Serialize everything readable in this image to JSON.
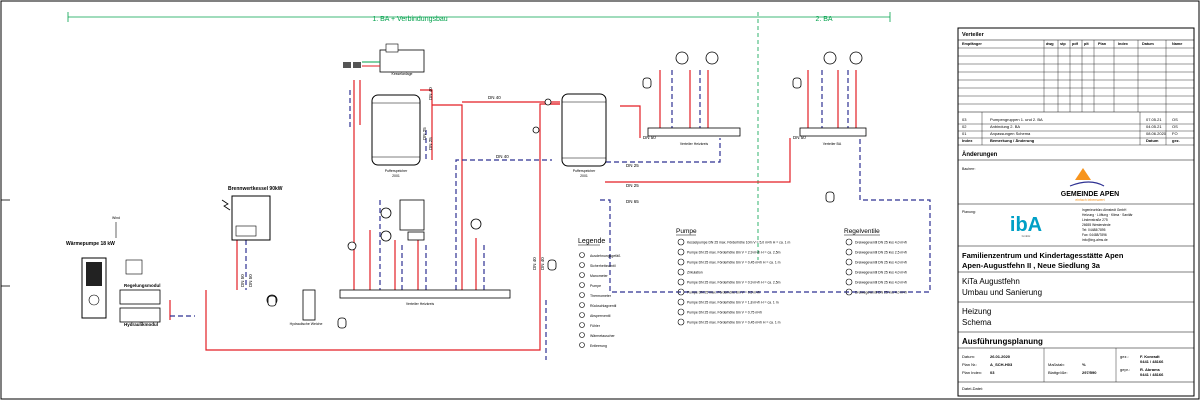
{
  "sections": {
    "ba1": "1. BA + Verbindungsbau",
    "ba2": "2. BA"
  },
  "equipment": {
    "boiler": "Brennwertkessel 90kW",
    "heatpump": "Wärmepumpe 18 kW",
    "buffer1": "Pufferspeicher",
    "buffer1_sub": "2001",
    "buffer2": "Pufferspeicher",
    "buffer2_sub": "2001",
    "reg_module": "Regelungsmodul",
    "hyd_module": "Hydraulikmodul",
    "verteiler_left": "Verteiler Heizkreis",
    "verteiler_mid": "Verteiler Heizkreis",
    "verteiler_ba2": "Verteiler BA",
    "hydr_weiche": "Hydraulische Weiche",
    "kessel_top": "Kesselanlage",
    "wind": "Wind"
  },
  "pipes": [
    "DN 40",
    "DN 40",
    "DN 50",
    "DN 50",
    "DN 25",
    "DN 25",
    "DN 65",
    "DN 40",
    "DN 40",
    "DN 50",
    "DN 50",
    "DN 40",
    "DN 25",
    "DN 25"
  ],
  "legend": {
    "title": "Legende",
    "items": [
      "Ausdehnungsgefäß",
      "Sicherheitsventil",
      "Manometer",
      "Pumpe",
      "Thermometer",
      "Rückschlagventil",
      "Absperrventil",
      "Fühler",
      "Wärmetauscher",
      "Entleerung"
    ]
  },
  "pumps": {
    "title": "Pumpe",
    "items": [
      "Kesselpumpe DN 25 max. Förderhöhe 10m V = 5,0 m³/h H = ca. 1 m",
      "Pumpe DN 25 max. Förderhöhe 8m V = 2,9 m³/h H = ca. 2,5m",
      "Pumpe DN 25 max. Förderhöhe 6m V = 0,45 m³/h H = ca. 1 m",
      "Zirkulation",
      "Pumpe DN 25 max. Förderhöhe 6m V = 0,9 m³/h H = ca. 2,5m",
      "Pumpe DN 25 max. Förderhöhe 6m V = 0,9 m³/h",
      "Pumpe DN 25 max. Förderhöhe 6m V = 1,8 m³/h H = ca. 1 m",
      "Pumpe DN 25 max. Förderhöhe 6m V = 0,75 m³/h",
      "Pumpe DN 25 max. Förderhöhe 6m V = 0,45 m³/h H = ca. 1 m"
    ]
  },
  "valves": {
    "title": "Regelventile",
    "items": [
      "Dreiwegeventil DN 25 kvs 4,0 m³/h",
      "Dreiwegeventil DN 25 kvs 2,5 m³/h",
      "Dreiwegeventil DN 25 kvs 4,0 m³/h",
      "Dreiwegeventil DN 25 kvs 4,0 m³/h",
      "Dreiwegeventil DN 25 kvs 4,0 m³/h",
      "Dreiwegeventil DN 25 kvs 4,0 m³/h"
    ]
  },
  "titleblock": {
    "verteiler": "Verteiler",
    "headers": [
      "Empfänger",
      "dwg",
      "stp",
      "pdf",
      "plt",
      "Plan",
      "Index",
      "Datum",
      "Name"
    ],
    "changes": [
      {
        "idx": "03",
        "text": "Pumpengruppen 1. und 2. BA",
        "date": "07.05.21",
        "name": "OS"
      },
      {
        "idx": "02",
        "text": "Anbindung 2. BA",
        "date": "04.05.21",
        "name": "OS"
      },
      {
        "idx": "01",
        "text": "Anpassungen Schema",
        "date": "08.06.2020",
        "name": "FO"
      }
    ],
    "change_header": {
      "idx": "Index",
      "text": "Bemerkung / Änderung",
      "date": "Datum",
      "name": "gez."
    },
    "aenderungen": "Änderungen",
    "bauherr_label": "Bauherr:",
    "gemeinde": "GEMEINDE APEN",
    "gemeinde_sub": "einfach lebenswert",
    "planung_label": "Planung:",
    "iba_logo": "ibA",
    "iba_small": "GmbH",
    "office": [
      "Ingenieurbüro Almstedt GmbH",
      "Heizung · Lüftung · Klima · Sanitär",
      "Lindenstraße 275",
      "26655 Westerstede",
      "Tel: 04488/7895",
      "Fax: 04488/7896",
      "info@ing-alms.de"
    ],
    "project1": "Familienzentrum und Kindertagesstätte Apen",
    "project2": "Apen-Augustfehn II , Neue Siedlung 3a",
    "sub1": "KiTa Augustfehn",
    "sub2": "Umbau und Sanierung",
    "sub3": "Heizung",
    "sub4": "Schema",
    "stage": "Ausführungsplanung",
    "datum_label": "Datum:",
    "datum": "26.01.2020",
    "plannr_label": "Plan Nr.:",
    "plannr": "A_SCH-H03",
    "index_label": "Plan Index:",
    "index": "03",
    "massstab_label": "Maßstab:",
    "massstab": "%",
    "format_label": "Blattgröße:",
    "format": "297/590",
    "gez_label": "gez.:",
    "gez1": "F. Konradt",
    "gez1_tel": "0441 / 48166",
    "gepr_label": "gepr.:",
    "gez2": "R. Abrams",
    "gez2_tel": "0441 / 48166",
    "datei_label": "Datei-Datei:"
  }
}
